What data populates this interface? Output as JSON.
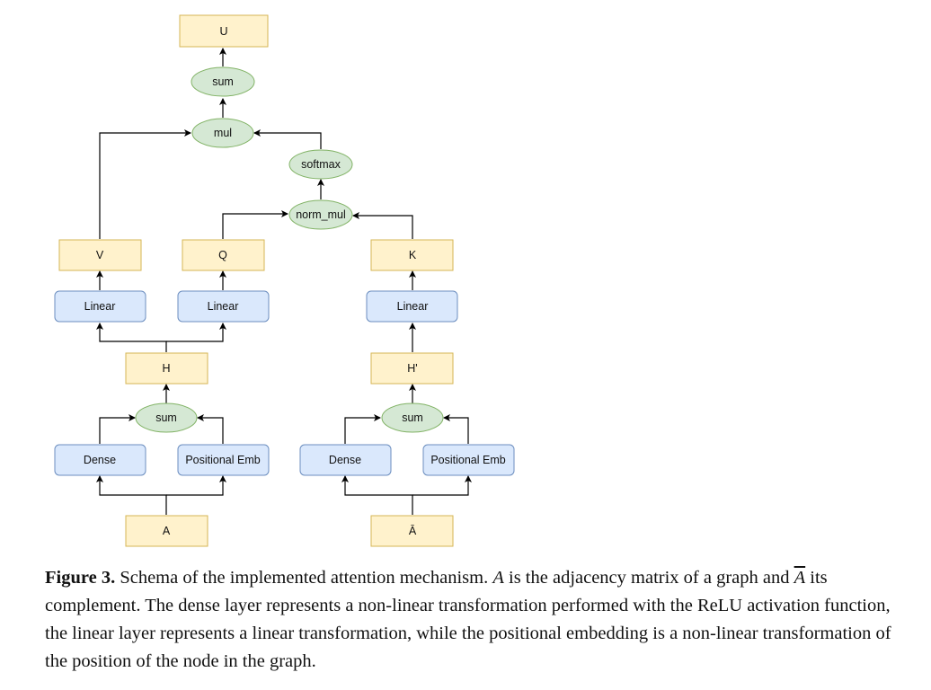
{
  "nodes": {
    "u": "U",
    "sum_top": "sum",
    "mul": "mul",
    "softmax": "softmax",
    "norm_mul": "norm_mul",
    "v": "V",
    "q": "Q",
    "k": "K",
    "linear_v": "Linear",
    "linear_q": "Linear",
    "linear_k": "Linear",
    "h": "H",
    "h_prime": "H'",
    "sum_left": "sum",
    "sum_right": "sum",
    "dense_left": "Dense",
    "pos_emb_left": "Positional Emb",
    "dense_right": "Dense",
    "pos_emb_right": "Positional Emb",
    "a": "A",
    "a_bar": "Ā"
  },
  "caption": {
    "label": "Figure 3.",
    "part1": " Schema of the implemented attention mechanism. ",
    "var_a": "A",
    "part2": " is the adjacency matrix of a graph and ",
    "var_a_bar": "A",
    "part3": " its complement. The dense layer represents a non-linear transformation performed with the ReLU activation function, the linear layer represents a linear transformation, while the positional embedding is a non-linear transformation of the position of the node in the graph."
  }
}
